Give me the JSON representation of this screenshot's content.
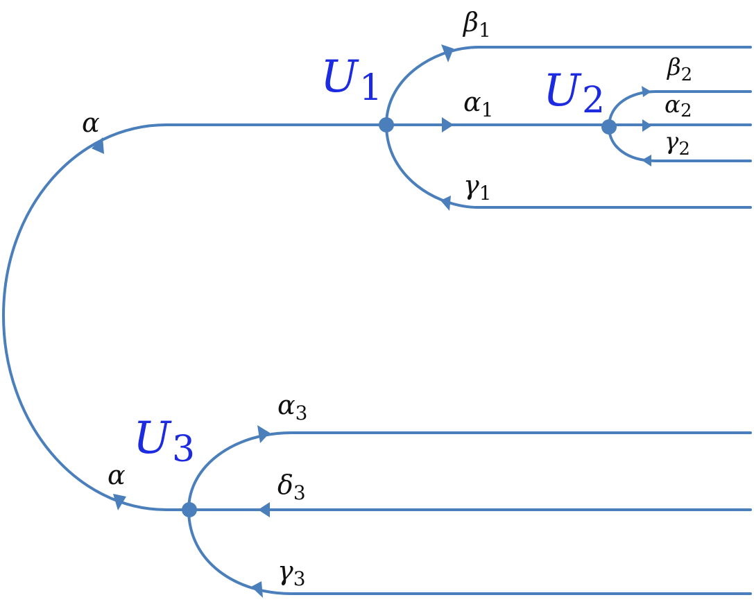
{
  "colors": {
    "line": "#4a7fbc",
    "node": "#4a7fbc",
    "node_label": "#1d2be0",
    "edge_label": "#111111"
  },
  "nodes": {
    "U1": {
      "base": "U",
      "sub": "1"
    },
    "U2": {
      "base": "U",
      "sub": "2"
    },
    "U3": {
      "base": "U",
      "sub": "3"
    }
  },
  "edges": {
    "alpha_top": {
      "base": "α",
      "sub": ""
    },
    "alpha_bottom": {
      "base": "α",
      "sub": ""
    },
    "beta1": {
      "base": "β",
      "sub": "1"
    },
    "alpha1": {
      "base": "α",
      "sub": "1"
    },
    "gamma1": {
      "base": "γ",
      "sub": "1"
    },
    "beta2": {
      "base": "β",
      "sub": "2"
    },
    "alpha2": {
      "base": "α",
      "sub": "2"
    },
    "gamma2": {
      "base": "γ",
      "sub": "2"
    },
    "alpha3": {
      "base": "α",
      "sub": "3"
    },
    "delta3": {
      "base": "δ",
      "sub": "3"
    },
    "gamma3": {
      "base": "γ",
      "sub": "3"
    }
  }
}
